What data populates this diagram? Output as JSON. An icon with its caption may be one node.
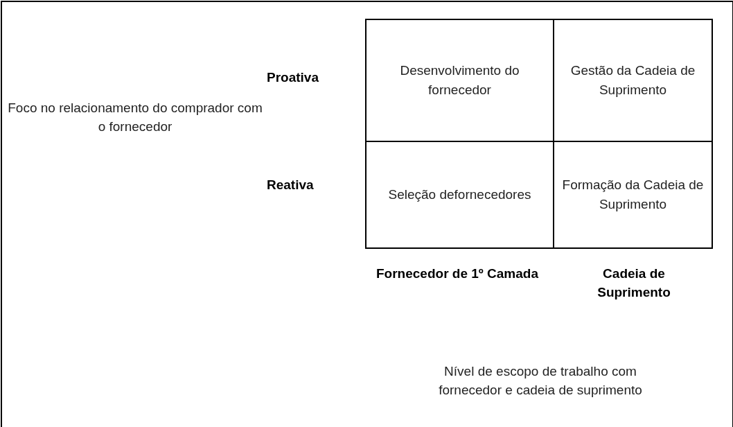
{
  "diagram": {
    "nodes": [
      {
        "text": [
          "Desenvolvimento do fornecedor"
        ]
      },
      {
        "text": [
          "Gestão da Cadeia de Suprimento"
        ]
      },
      {
        "text": [
          "Seleção defornecedores"
        ]
      },
      {
        "text": [
          "Formação da Cadeia de Suprimento"
        ]
      }
    ],
    "edges": [],
    "labels": [
      "Proativa",
      "Foco no relacionamento do comprador com o fornecedor",
      "Reativa",
      "Fornecedor de 1º Camada",
      "Cadeia de Suprimento",
      "Nível de escopo de trabalho com fornecedor e cadeia de suprimento"
    ]
  }
}
